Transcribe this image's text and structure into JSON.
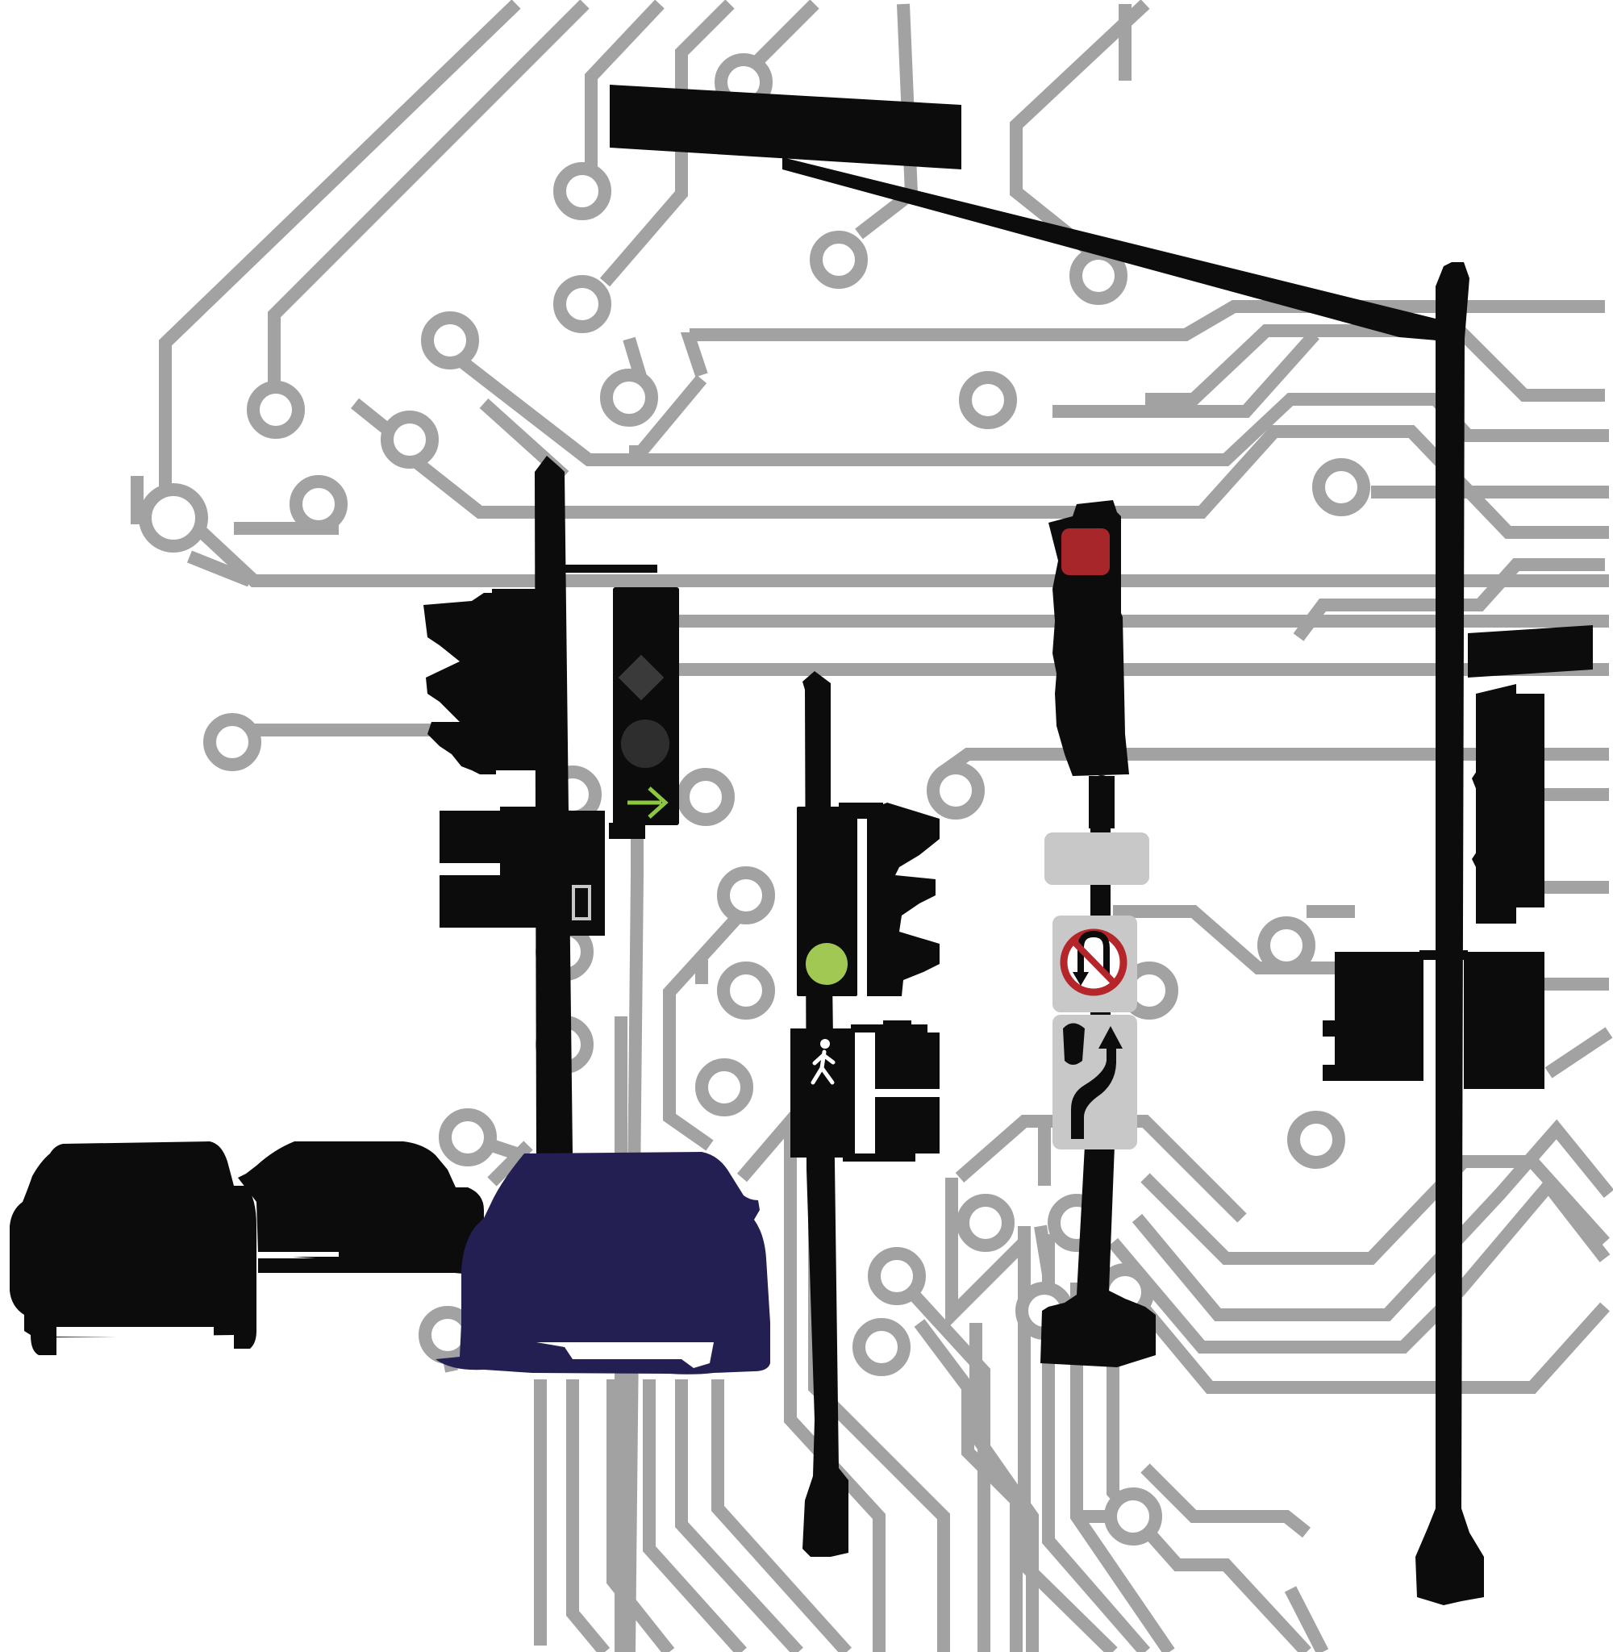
{
  "illustration": {
    "colors": {
      "background": "#ffffff",
      "circuit_trace": "#a2a2a2",
      "silhouette": "#0c0c0c",
      "highlight_car": "#231f52",
      "signal_red": "#a7262a",
      "signal_green": "#a2c854",
      "signal_arrow": "#8dc641",
      "sign_panel": "#c8c8c8",
      "prohibition_red": "#b5262b",
      "sign_text": "#ffffff"
    },
    "icons": [
      "circuit-board-pattern",
      "street-light-pole",
      "traffic-signal-head",
      "right-arrow-signal-icon",
      "pedestrian-walk-icon",
      "no-u-turn-sign-icon",
      "lane-curve-arrow-sign-icon",
      "car-silhouette"
    ],
    "signals": {
      "tall_signal_right_arrow_lit": true,
      "center_signal_green_lit": true,
      "top_signal_red_lit": true,
      "pedestrian_walk_lit": true
    }
  }
}
